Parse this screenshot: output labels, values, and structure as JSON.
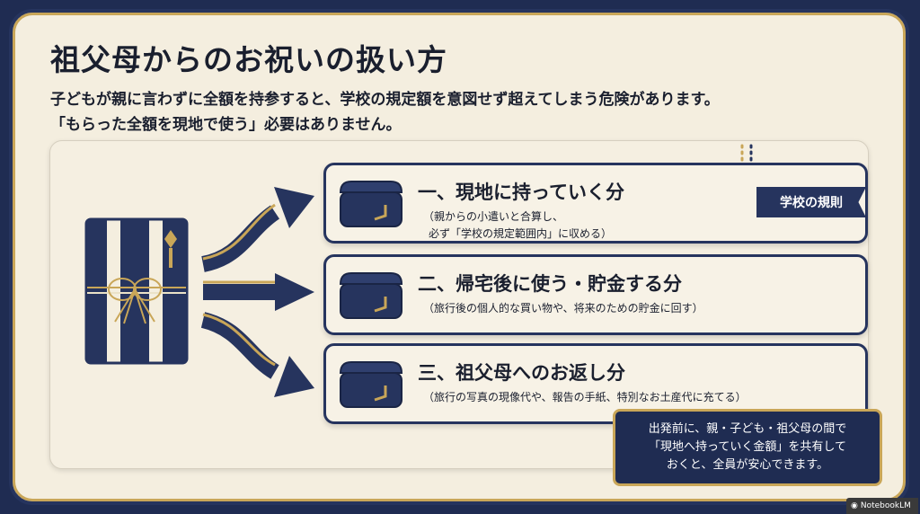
{
  "title": "祖父母からのお祝いの扱い方",
  "subtitle_line1": "子どもが親に言わずに全額を持参すると、学校の規定額を意図せず超えてしまう危険があります。",
  "subtitle_line2": "「もらった全額を現地で使う」必要はありません。",
  "cards": [
    {
      "title": "一、現地に持っていく分",
      "desc_line1": "（親からの小遣いと合算し、",
      "desc_line2": "必ず「学校の規定範囲内」に収める）",
      "icon": "pouch-icon"
    },
    {
      "title": "二、帰宅後に使う・貯金する分",
      "desc_line1": "（旅行後の個人的な買い物や、将来のための貯金に回す）",
      "icon": "pouch-icon"
    },
    {
      "title": "三、祖父母へのお返し分",
      "desc_line1": "（旅行の写真の現像代や、報告の手紙、特別なお土産代に充てる）",
      "icon": "pouch-icon"
    }
  ],
  "rule_tag": "学校の規則",
  "note_line1": "出発前に、親・子ども・祖父母の間で",
  "note_line2": "「現地へ持っていく金額」を共有して",
  "note_line3": "おくと、全員が安心できます。",
  "badge": "NotebookLM",
  "colors": {
    "navy": "#26345e",
    "gold": "#c9a658",
    "background": "#f4eedf"
  }
}
